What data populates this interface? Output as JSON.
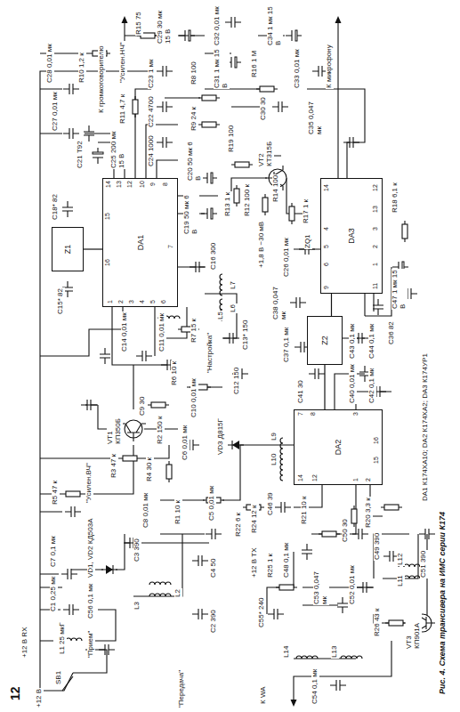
{
  "diagram": {
    "caption": "Рис. 4. Схема трансивера на ИМС серии К174",
    "nodes": [
      {
        "text": [
          "DA1"
        ]
      },
      {
        "text": [
          "Z1"
        ]
      },
      {
        "text": [
          "DA2"
        ]
      },
      {
        "text": [
          "Z2"
        ]
      },
      {
        "text": [
          "DA3"
        ]
      }
    ],
    "edges": [
      {
        "from": 1,
        "to": 0,
        "arrow": "none"
      },
      {
        "from": 3,
        "to": 2,
        "arrow": "none"
      },
      {
        "from": 3,
        "to": 4,
        "arrow": "none"
      }
    ],
    "labels": [
      "К громкоговорителю",
      "К микрофону",
      "12",
      "+12 В",
      "+12 В RX",
      "SB1",
      "L1 25 мкГ",
      "\"Прием\"",
      "\"Передача\"",
      "C1 0,25 мк",
      "C56 0,1 мк",
      "C7 0,1 мк",
      "VD1, VD2 КД503А",
      "L2",
      "L3",
      "C2 390",
      "C3 390",
      "C4 50",
      "C5 0,01 мк",
      "R1 10 к",
      "R5 47 к",
      "\"Усилен.ВЧ\"",
      "R3 47 к",
      "C8 0,01 мк",
      "R4 30 к",
      "C6 0,01 мк",
      "VT1 КП350Б",
      "C9 30",
      "R2 150 к",
      "C10 0,01 мк",
      "VD3 Д815Г",
      "R6 10 к",
      "\"Настройка\"",
      "L6",
      "L7",
      "C13* 150",
      "C12 150",
      "R7 15 к",
      "C11 0,01 мк",
      "C14 0,01 мк",
      "L5",
      "C18* 82",
      "C15* 82",
      "R10 1,2 к",
      "C21 Т92",
      "C27 0,01 мк",
      "C28 0,01 мк",
      "C25 200 мк 15 В",
      "C24 1000",
      "C22 4700",
      "C23 1 мк",
      "R11 4,7 к",
      "\"Усилен.НЧ\"",
      "R15 75",
      "C29 30 мк 15 В",
      "R9 24 к",
      "R8 100",
      "C19 50 мк 6 В",
      "C20 50 мк 6 В",
      "C16 300",
      "R13 1 к",
      "R12 100 к",
      "R19 100",
      "VT2 КТ315Б",
      "+1,8 В −30 мВ",
      "R14 100",
      "C26 0,01 мк",
      "C30 30",
      "C31 1 мк 15 В",
      "C32 0,01 мк",
      "R16 1 М",
      "C34 1 мк 15 В",
      "C33 0,01 мк",
      "C35 0,047 мк",
      "R17 1 к",
      "ZQ1",
      "R18 6,1 к",
      "C36 82",
      "C37 0,1 мк",
      "C38 0,047 мк",
      "C41 30",
      "C40 0,01 мк",
      "C43 0,1 мк",
      "C42 0,1 мк",
      "C44 0,1 мк",
      "C47 1 мк 15 В",
      "L9",
      "L10",
      "C46 39",
      "R22 6 к",
      "R24 12 к",
      "R21 10 к",
      "R20 3,3 к",
      "C48 0,1 мк",
      "+12 В TX",
      "R25 1 к",
      "C55* 240",
      "К WA",
      "C54 0,1 мк",
      "L14",
      "L13",
      "C53 0,047 мк",
      "C52 0,01 мк",
      "R26 43 к",
      "VT3 КП901А",
      "C50 30",
      "C49 390",
      "L11",
      "L12",
      "C51 390",
      "DA1 К174ХА10; DA2 К174ХА2; DA3 К174УР1",
      "14",
      "13",
      "12",
      "10",
      "9",
      "8",
      "1",
      "2",
      "3",
      "4",
      "5",
      "6",
      "16",
      "15",
      "7",
      "9",
      "6",
      "5",
      "4",
      "14",
      "11",
      "1",
      "2",
      "3",
      "13",
      "12",
      "14",
      "12",
      "1",
      "2",
      "7",
      "8",
      "3",
      "15",
      "16"
    ]
  }
}
